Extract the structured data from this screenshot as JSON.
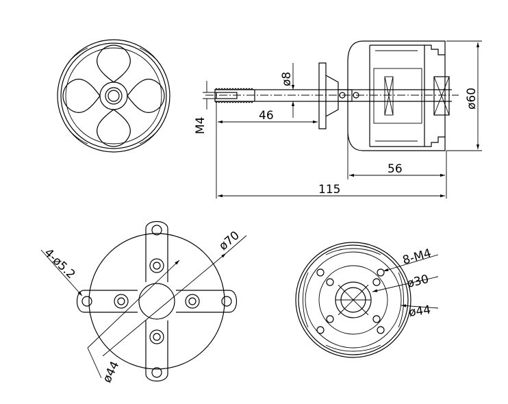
{
  "dimensions": {
    "shaft_diameter": "ø8",
    "thread": "M4",
    "shaft_length": "46",
    "motor_diameter": "ø60",
    "body_length": "56",
    "overall_length": "115",
    "mount_outer_diameter": "ø70",
    "mount_holes": "4-ø5.2",
    "mount_bolt_circle": "ø44",
    "base_threaded_holes": "8-M4",
    "base_inner_circle": "ø30",
    "base_outer_circle": "ø44"
  }
}
